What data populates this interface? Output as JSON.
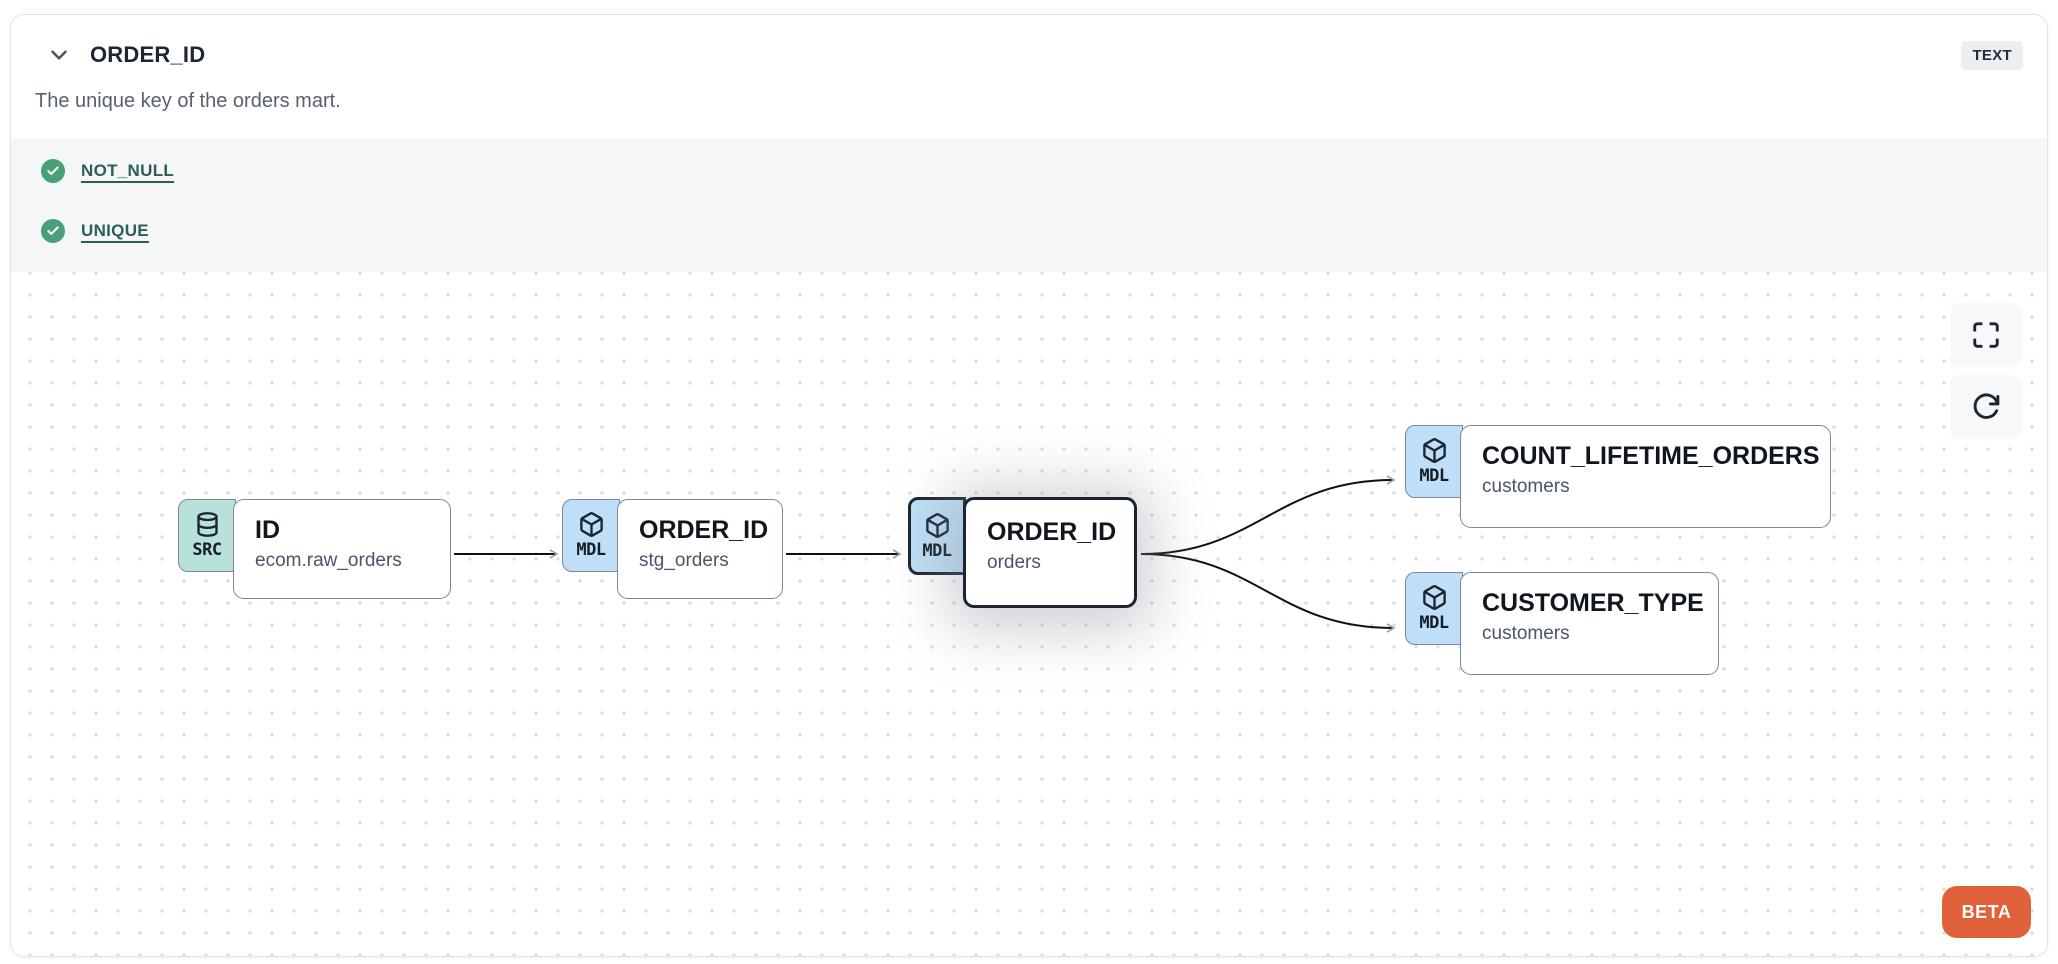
{
  "header": {
    "title": "ORDER_ID",
    "description": "The unique key of the orders mart.",
    "type_badge": "TEXT",
    "collapse_icon": "chevron-down-icon"
  },
  "tests": [
    {
      "label": "NOT_NULL",
      "status": "pass",
      "icon": "check-circle-icon"
    },
    {
      "label": "UNIQUE",
      "status": "pass",
      "icon": "check-circle-icon"
    }
  ],
  "lineage": {
    "nodes": [
      {
        "badge": "SRC",
        "icon": "database-icon",
        "title": "ID",
        "subtitle": "ecom.raw_orders",
        "selected": false
      },
      {
        "badge": "MDL",
        "icon": "cube-icon",
        "title": "ORDER_ID",
        "subtitle": "stg_orders",
        "selected": false
      },
      {
        "badge": "MDL",
        "icon": "cube-icon",
        "title": "ORDER_ID",
        "subtitle": "orders",
        "selected": true
      },
      {
        "badge": "MDL",
        "icon": "cube-icon",
        "title": "COUNT_LIFETIME_ORDERS",
        "subtitle": "customers",
        "selected": false
      },
      {
        "badge": "MDL",
        "icon": "cube-icon",
        "title": "CUSTOMER_TYPE",
        "subtitle": "customers",
        "selected": false
      }
    ],
    "edges": [
      {
        "from": "ID/ecom.raw_orders",
        "to": "ORDER_ID/stg_orders"
      },
      {
        "from": "ORDER_ID/stg_orders",
        "to": "ORDER_ID/orders"
      },
      {
        "from": "ORDER_ID/orders",
        "to": "COUNT_LIFETIME_ORDERS/customers"
      },
      {
        "from": "ORDER_ID/orders",
        "to": "CUSTOMER_TYPE/customers"
      }
    ],
    "controls": [
      {
        "icon": "maximize-icon",
        "name": "fullscreen"
      },
      {
        "icon": "refresh-icon",
        "name": "refresh"
      }
    ],
    "beta_label": "BETA"
  },
  "colors": {
    "beta-bg": "#E0613A",
    "src-badge-bg": "#B7E1DA",
    "mdl-badge-bg": "#BEDFF7",
    "check-green": "#47A077",
    "test-link": "#2E5F56",
    "node-border": "#7D8795",
    "selected-border": "#1B2531",
    "edge": "#101010"
  }
}
